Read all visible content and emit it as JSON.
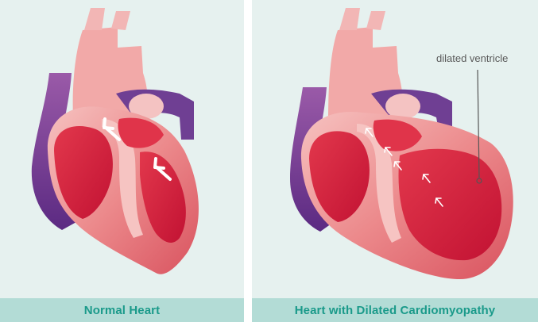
{
  "panels": [
    {
      "caption": "Normal Heart"
    },
    {
      "caption": "Heart with Dilated Cardiomyopathy",
      "annotation": "dilated ventricle"
    }
  ],
  "colors": {
    "background": "#e6f1ef",
    "caption_bar": "#b3dcd6",
    "caption_text": "#1a9a8a",
    "heart_wall": "#e9787e",
    "heart_light": "#f3b2b2",
    "chamber": "#d0203e",
    "vessel_purple": "#6a3a8c"
  },
  "icons": [
    "flow-arrow-icon",
    "heart-illustration"
  ]
}
